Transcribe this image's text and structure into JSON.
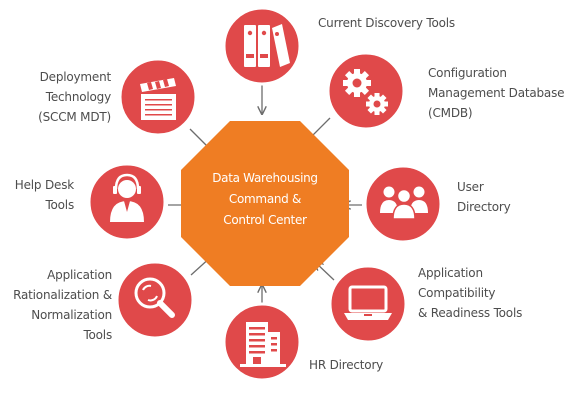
{
  "center": {
    "lines": [
      "Data Warehousing",
      "Command &",
      "Control Center"
    ]
  },
  "nodes": [
    {
      "id": "current-discovery-tools",
      "icon": "binders-icon",
      "lines": [
        "Current Discovery Tools"
      ]
    },
    {
      "id": "cmdb",
      "icon": "gears-icon",
      "lines": [
        "Configuration",
        "Management Database",
        "(CMDB)"
      ]
    },
    {
      "id": "user-directory",
      "icon": "users-group-icon",
      "lines": [
        "User",
        "Directory"
      ]
    },
    {
      "id": "app-compatibility",
      "icon": "laptop-icon",
      "lines": [
        "Application",
        "Compatibility",
        "& Readiness Tools"
      ]
    },
    {
      "id": "hr-directory",
      "icon": "building-icon",
      "lines": [
        "HR Directory"
      ]
    },
    {
      "id": "app-rationalization",
      "icon": "magnifier-icon",
      "lines": [
        "Application",
        "Rationalization &",
        "Normalization",
        "Tools"
      ]
    },
    {
      "id": "help-desk-tools",
      "icon": "support-agent-icon",
      "lines": [
        "Help Desk",
        "Tools"
      ]
    },
    {
      "id": "deployment-technology",
      "icon": "clapperboard-icon",
      "lines": [
        "Deployment",
        "Technology",
        "(SCCM MDT)"
      ]
    }
  ],
  "colors": {
    "node_fill": "#e0494a",
    "center_fill": "#ef7d23",
    "arrow": "#6d6d6d",
    "label_text": "#4d4d4d"
  }
}
